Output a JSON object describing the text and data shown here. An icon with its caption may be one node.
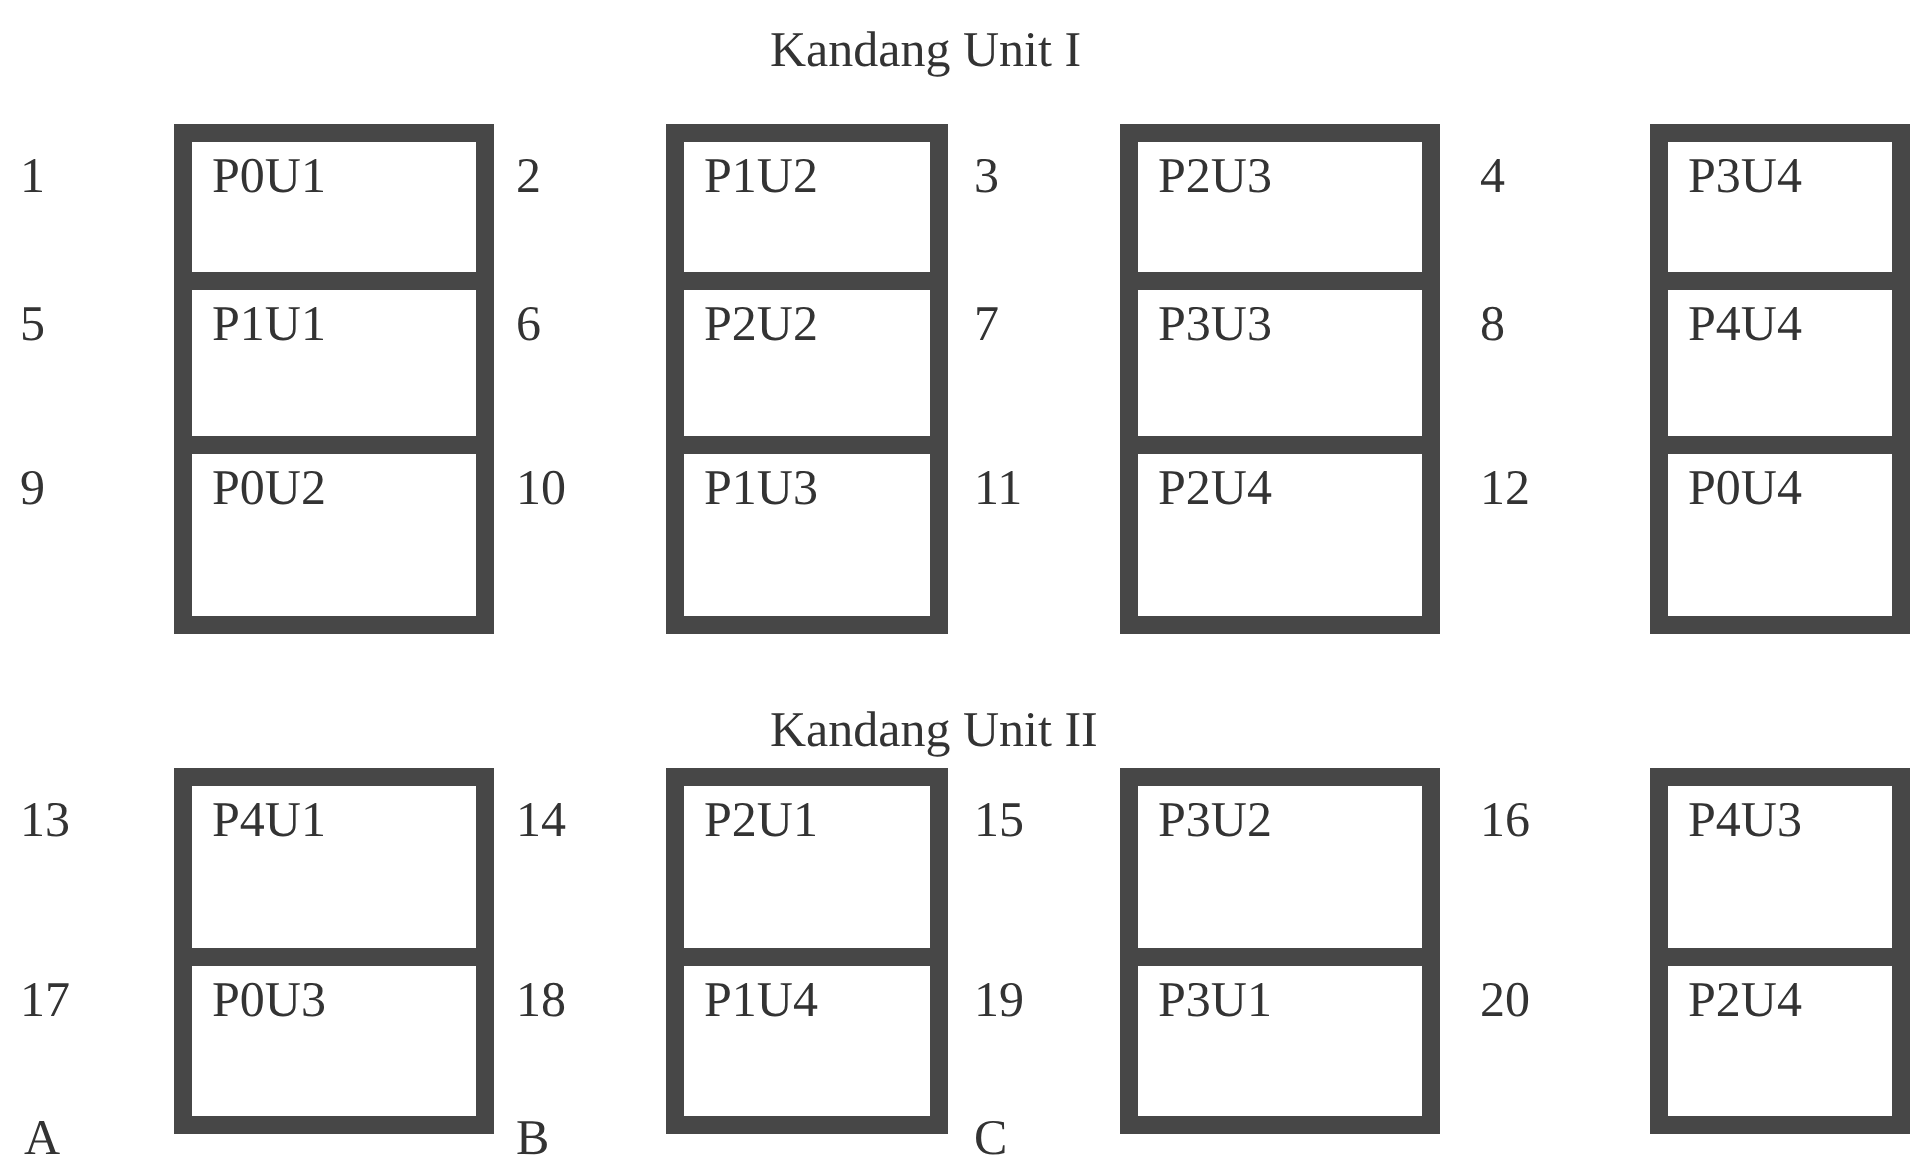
{
  "diagram": {
    "nodes": [
      {
        "text": [
          "P0U1"
        ]
      },
      {
        "text": [
          "P1U2"
        ]
      },
      {
        "text": [
          "P2U3"
        ]
      },
      {
        "text": [
          "P3U4"
        ]
      },
      {
        "text": [
          "P1U1"
        ]
      },
      {
        "text": [
          "P2U2"
        ]
      },
      {
        "text": [
          "P3U3"
        ]
      },
      {
        "text": [
          "P4U4"
        ]
      },
      {
        "text": [
          "P0U2"
        ]
      },
      {
        "text": [
          "P1U3"
        ]
      },
      {
        "text": [
          "P2U4"
        ]
      },
      {
        "text": [
          "P0U4"
        ]
      },
      {
        "text": [
          "P4U1"
        ]
      },
      {
        "text": [
          "P2U1"
        ]
      },
      {
        "text": [
          "P3U2"
        ]
      },
      {
        "text": [
          "P4U3"
        ]
      },
      {
        "text": [
          "P0U3"
        ]
      },
      {
        "text": [
          "P1U4"
        ]
      },
      {
        "text": [
          "P3U1"
        ]
      },
      {
        "text": [
          "P2U4"
        ]
      }
    ],
    "labels": [
      "Kandang Unit I",
      "1",
      "2",
      "3",
      "4",
      "5",
      "6",
      "7",
      "8",
      "9",
      "10",
      "11",
      "12",
      "Kandang Unit II",
      "13",
      "14",
      "15",
      "16",
      "17",
      "18",
      "19",
      "20",
      "A",
      "B",
      "C"
    ]
  }
}
